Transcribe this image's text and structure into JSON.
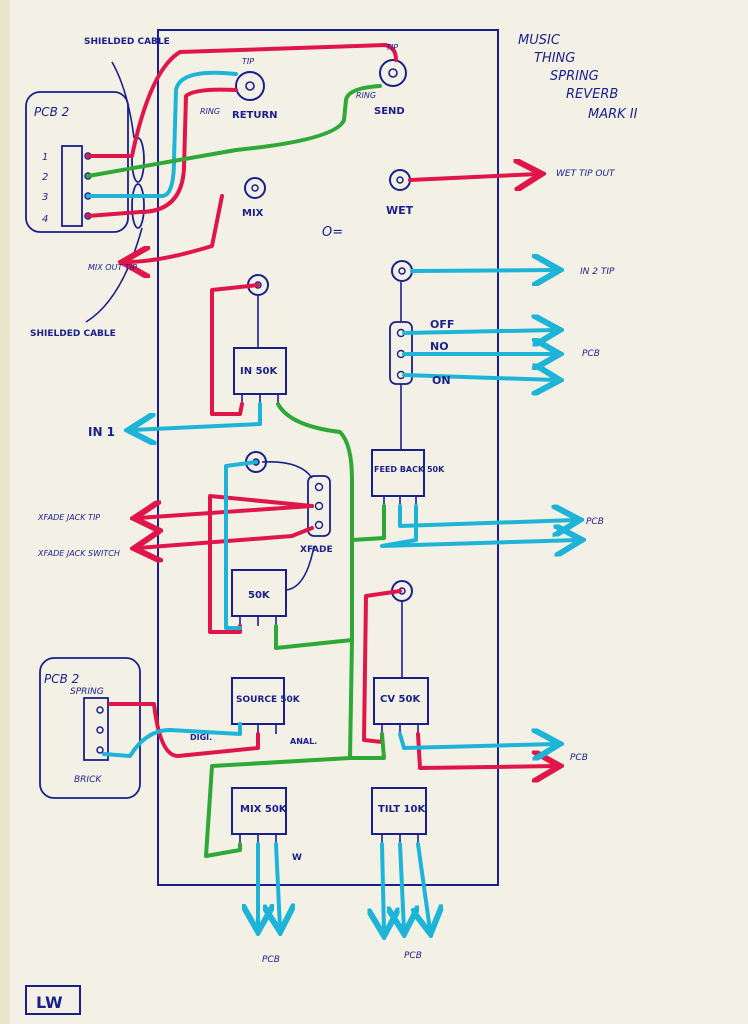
{
  "title": {
    "line1": "MUSIC",
    "line2": "THING",
    "line3": "SPRING",
    "line4": "REVERB",
    "line5": "MARK II"
  },
  "labels": {
    "pcb2_top": "PCB 2",
    "pcb2_bottom": "PCB 2",
    "shielded_top": "SHIELDED CABLE",
    "shielded_bottom": "SHIELDED CABLE",
    "pin1": "1",
    "pin2": "2",
    "pin3": "3",
    "pin4": "4",
    "tip_return": "TIP",
    "ring_return": "RING",
    "return": "RETURN",
    "tip_send": "TIP",
    "ring_send": "RING",
    "send": "SEND",
    "mix_jack": "MIX",
    "wet_jack": "WET",
    "wet_tip_out": "WET TIP OUT",
    "mix_out_tip": "MIX OUT TIP",
    "led_symbol": "O=",
    "in2_tip": "IN 2  TIP",
    "off": "OFF",
    "no": "NO",
    "on": "ON",
    "pcb_switch": "PCB",
    "in_pot": "IN 50K",
    "in1": "IN 1",
    "feedback_pot": "FEED BACK 50K",
    "pcb_feedback": "PCB",
    "xfade_tip": "XFADE JACK TIP",
    "xfade_switch": "XFADE JACK SWITCH",
    "xfade": "XFADE",
    "xfade_pot": "50K",
    "spring": "SPRING",
    "brick": "BRICK",
    "source_pot": "SOURCE 50K",
    "digi": "DIGI.",
    "anal": "ANAL.",
    "cv_pot": "CV 50K",
    "pcb_cv": "PCB",
    "mix_pot": "MIX 50K",
    "w": "W",
    "tilt_pot": "TILT 10K",
    "pcb_mix": "PCB",
    "pcb_tilt": "PCB",
    "signature": "LW"
  },
  "colors": {
    "ink": "#1a1f8c",
    "red": "#e0164a",
    "cyan": "#1eb4d8",
    "green": "#2ea836",
    "paper": "#f3f1e6"
  }
}
